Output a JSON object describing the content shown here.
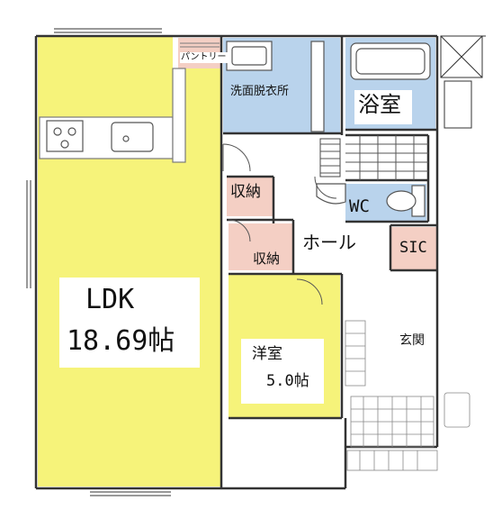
{
  "colors": {
    "ldk": "#f6f37a",
    "wet": "#b9d3ec",
    "storage": "#f4cfc4",
    "walls": "#333333",
    "cabinet_lines": "#7a7a7a"
  },
  "rooms": {
    "ldk": {
      "name": "LDK",
      "area": "18.69帖"
    },
    "yoshitsu": {
      "name": "洋室",
      "area": "5.0帖"
    },
    "pantry": {
      "name": "パントリー"
    },
    "senmen": {
      "name": "洗面脱衣所"
    },
    "yokushitsu": {
      "name": "浴室"
    },
    "shuno1": {
      "name": "収納"
    },
    "shuno2": {
      "name": "収納"
    },
    "hall": {
      "name": "ホール"
    },
    "wc": {
      "name": "WC"
    },
    "sic": {
      "name": "SIC"
    },
    "genkan": {
      "name": "玄関"
    }
  },
  "icons": [
    "stove-icon",
    "kitchen-sink-icon",
    "bathtub-icon",
    "toilet-icon",
    "staircase-icon"
  ]
}
